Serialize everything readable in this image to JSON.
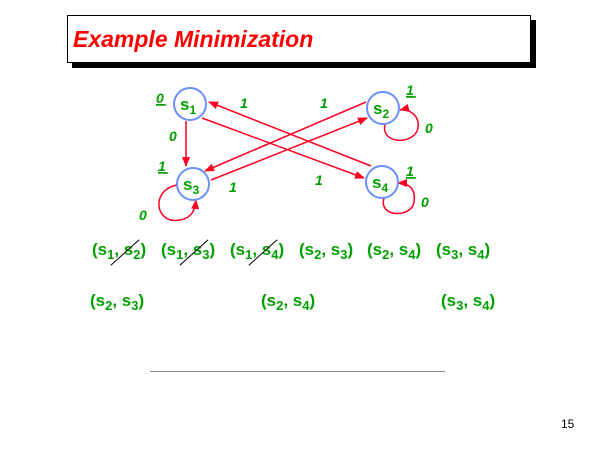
{
  "title": "Example Minimization",
  "colors": {
    "title": "#ff0000",
    "text": "#00a000",
    "node": "#6a8fff",
    "edge": "#ff0020"
  },
  "states": [
    {
      "name": "s",
      "sub": "1",
      "output": "0"
    },
    {
      "name": "s",
      "sub": "2",
      "output": "1"
    },
    {
      "name": "s",
      "sub": "3",
      "output": "1"
    },
    {
      "name": "s",
      "sub": "4",
      "output": "1"
    }
  ],
  "edges": [
    {
      "from": "s1",
      "to": "s3",
      "label": "0"
    },
    {
      "from": "s1",
      "to": "s4",
      "label": "1"
    },
    {
      "from": "s2",
      "to": "s3",
      "label": "1"
    },
    {
      "from": "s2",
      "to": "s2",
      "label": "0"
    },
    {
      "from": "s3",
      "to": "s2",
      "label": "1"
    },
    {
      "from": "s3",
      "to": "s3",
      "label": "0"
    },
    {
      "from": "s4",
      "to": "s1",
      "label": "1"
    },
    {
      "from": "s4",
      "to": "s4",
      "label": "0"
    }
  ],
  "pairs_row1": [
    {
      "a": "1",
      "b": "2",
      "crossed": true
    },
    {
      "a": "1",
      "b": "3",
      "crossed": true
    },
    {
      "a": "1",
      "b": "4",
      "crossed": true
    },
    {
      "a": "2",
      "b": "3",
      "crossed": false
    },
    {
      "a": "2",
      "b": "4",
      "crossed": false
    },
    {
      "a": "3",
      "b": "4",
      "crossed": false
    }
  ],
  "pairs_row2": [
    {
      "a": "2",
      "b": "3"
    },
    {
      "a": "2",
      "b": "4"
    },
    {
      "a": "3",
      "b": "4"
    }
  ],
  "page_number": "15"
}
